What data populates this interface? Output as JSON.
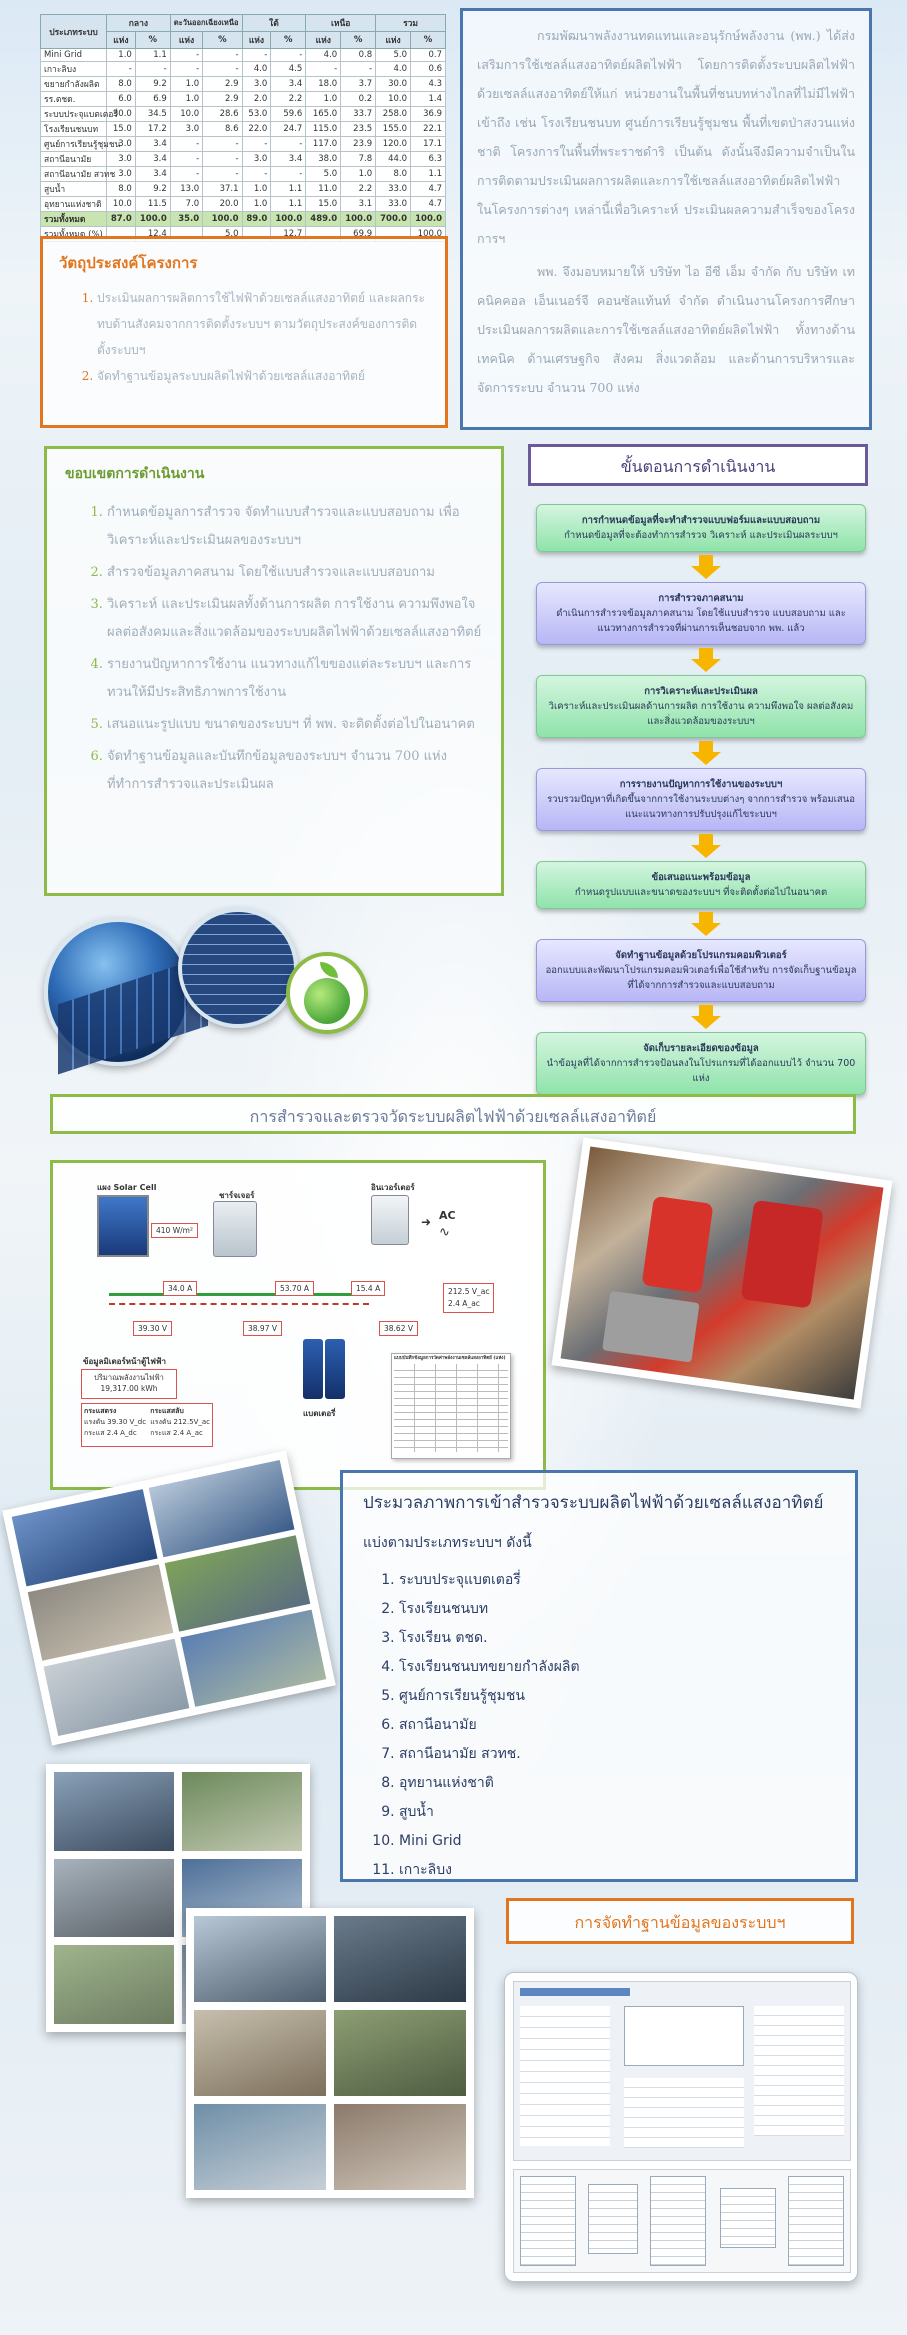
{
  "summary_table": {
    "headers_top": [
      "ประเภทระบบ",
      "กลาง",
      "ตะวันออกเฉียงเหนือ",
      "ใต้",
      "เหนือ",
      "รวม"
    ],
    "headers_sub": [
      "แห่ง",
      "%",
      "แห่ง",
      "%",
      "แห่ง",
      "%",
      "แห่ง",
      "%",
      "แห่ง",
      "%"
    ],
    "rows": [
      {
        "label": "Mini Grid",
        "cells": [
          "1.0",
          "1.1",
          "-",
          "-",
          "-",
          "-",
          "4.0",
          "0.8",
          "5.0",
          "0.7"
        ]
      },
      {
        "label": "เกาะลิบง",
        "cells": [
          "-",
          "-",
          "-",
          "-",
          "4.0",
          "4.5",
          "-",
          "-",
          "4.0",
          "0.6"
        ]
      },
      {
        "label": "ขยายกำลังผลิต",
        "cells": [
          "8.0",
          "9.2",
          "1.0",
          "2.9",
          "3.0",
          "3.4",
          "18.0",
          "3.7",
          "30.0",
          "4.3"
        ]
      },
      {
        "label": "รร.ตชด.",
        "cells": [
          "6.0",
          "6.9",
          "1.0",
          "2.9",
          "2.0",
          "2.2",
          "1.0",
          "0.2",
          "10.0",
          "1.4"
        ]
      },
      {
        "label": "ระบบประจุแบตเตอรี่",
        "cells": [
          "30.0",
          "34.5",
          "10.0",
          "28.6",
          "53.0",
          "59.6",
          "165.0",
          "33.7",
          "258.0",
          "36.9"
        ]
      },
      {
        "label": "โรงเรียนชนบท",
        "cells": [
          "15.0",
          "17.2",
          "3.0",
          "8.6",
          "22.0",
          "24.7",
          "115.0",
          "23.5",
          "155.0",
          "22.1"
        ]
      },
      {
        "label": "ศูนย์การเรียนรู้ชุมชน",
        "cells": [
          "3.0",
          "3.4",
          "-",
          "-",
          "-",
          "-",
          "117.0",
          "23.9",
          "120.0",
          "17.1"
        ]
      },
      {
        "label": "สถานีอนามัย",
        "cells": [
          "3.0",
          "3.4",
          "-",
          "-",
          "3.0",
          "3.4",
          "38.0",
          "7.8",
          "44.0",
          "6.3"
        ]
      },
      {
        "label": "สถานีอนามัย สวทช",
        "cells": [
          "3.0",
          "3.4",
          "-",
          "-",
          "-",
          "-",
          "5.0",
          "1.0",
          "8.0",
          "1.1"
        ]
      },
      {
        "label": "สูบน้ำ",
        "cells": [
          "8.0",
          "9.2",
          "13.0",
          "37.1",
          "1.0",
          "1.1",
          "11.0",
          "2.2",
          "33.0",
          "4.7"
        ]
      },
      {
        "label": "อุทยานแห่งชาติ",
        "cells": [
          "10.0",
          "11.5",
          "7.0",
          "20.0",
          "1.0",
          "1.1",
          "15.0",
          "3.1",
          "33.0",
          "4.7"
        ]
      }
    ],
    "total_row": {
      "label": "รวมทั้งหมด",
      "cells": [
        "87.0",
        "100.0",
        "35.0",
        "100.0",
        "89.0",
        "100.0",
        "489.0",
        "100.0",
        "700.0",
        "100.0"
      ]
    },
    "pct_row": {
      "label": "รวมทั้งหมด (%)",
      "cells": [
        "",
        "12.4",
        "",
        "5.0",
        "",
        "12.7",
        "",
        "69.9",
        "",
        "100.0"
      ]
    }
  },
  "intro": {
    "para1": "กรมพัฒนาพลังงานทดแทนและอนุรักษ์พลังงาน (พพ.) ได้ส่งเสริมการใช้เซลล์แสงอาทิตย์ผลิตไฟฟ้า โดยการติดตั้งระบบผลิตไฟฟ้าด้วยเซลล์แสงอาทิตย์ให้แก่ หน่วยงานในพื้นที่ชนบทห่างไกลที่ไม่มีไฟฟ้าเข้าถึง เช่น โรงเรียนชนบท ศูนย์การเรียนรู้ชุมชน พื้นที่เขตป่าสงวนแห่งชาติ โครงการในพื้นที่พระราชดำริ เป็นต้น ดังนั้นจึงมีความจำเป็นในการติดตามประเมินผลการผลิตและการใช้เซลล์แสงอาทิตย์ผลิตไฟฟ้า ในโครงการต่างๆ เหล่านี้เพื่อวิเคราะห์ ประเมินผลความสำเร็จของโครงการฯ",
    "para2": "พพ. จึงมอบหมายให้ บริษัท ไอ อีซี เอ็ม จำกัด กับ บริษัท เทคนิคคอล เอ็นเนอร์จี คอนซัลแท้นท์ จำกัด ดำเนินงานโครงการศึกษาประเมินผลการผลิตและการใช้เซลล์แสงอาทิตย์ผลิตไฟฟ้า ทั้งทางด้านเทคนิค ด้านเศรษฐกิจ สังคม สิ่งแวดล้อม และด้านการบริหารและจัดการระบบ จำนวน 700 แห่ง"
  },
  "objectives": {
    "title": "วัตถุประสงค์โครงการ",
    "items": [
      "ประเมินผลการผลิตการใช้ไฟฟ้าด้วยเซลล์แสงอาทิตย์ และผลกระทบด้านสังคมจากการติดตั้งระบบฯ ตามวัตถุประสงค์ของการติดตั้งระบบฯ",
      "จัดทำฐานข้อมูลระบบผลิตไฟฟ้าด้วยเซลล์แสงอาทิตย์"
    ]
  },
  "scope": {
    "title": "ขอบเขตการดำเนินงาน",
    "items": [
      "กำหนดข้อมูลการสำรวจ จัดทำแบบสำรวจและแบบสอบถาม เพื่อวิเคราะห์และประเมินผลของระบบฯ",
      "สำรวจข้อมูลภาคสนาม โดยใช้แบบสำรวจและแบบสอบถาม",
      "วิเคราะห์ และประเมินผลทั้งด้านการผลิต การใช้งาน ความพึงพอใจ ผลต่อสังคมและสิ่งแวดล้อมของระบบผลิตไฟฟ้าด้วยเซลล์แสงอาทิตย์",
      "รายงานปัญหาการใช้งาน แนวทางแก้ไขของแต่ละระบบฯ และการทวนให้มีประสิทธิภาพการใช้งาน",
      "เสนอแนะรูปแบบ ขนาดของระบบฯ ที่ พพ. จะติดตั้งต่อไปในอนาคต",
      "จัดทำฐานข้อมูลและบันทึกข้อมูลของระบบฯ จำนวน 700 แห่ง ที่ทำการสำรวจและประเมินผล"
    ]
  },
  "workflow": {
    "title": "ขั้นตอนการดำเนินงาน",
    "steps": [
      {
        "title": "การกำหนดข้อมูลที่จะทำสำรวจแบบฟอร์มและแบบสอบถาม",
        "desc": "กำหนดข้อมูลที่จะต้องทำการสำรวจ วิเคราะห์ และประเมินผลระบบฯ",
        "color": "green"
      },
      {
        "title": "การสำรวจภาคสนาม",
        "desc": "ดำเนินการสำรวจข้อมูลภาคสนาม โดยใช้แบบสำรวจ แบบสอบถาม และแนวทางการสำรวจที่ผ่านการเห็นชอบจาก พพ. แล้ว",
        "color": "purple"
      },
      {
        "title": "การวิเคราะห์และประเมินผล",
        "desc": "วิเคราะห์และประเมินผลด้านการผลิต การใช้งาน ความพึงพอใจ ผลต่อสังคมและสิ่งแวดล้อมของระบบฯ",
        "color": "green"
      },
      {
        "title": "การรายงานปัญหาการใช้งานของระบบฯ",
        "desc": "รวบรวมปัญหาที่เกิดขึ้นจากการใช้งานระบบต่างๆ จากการสำรวจ พร้อมเสนอแนะแนวทางการปรับปรุงแก้ไขระบบฯ",
        "color": "purple"
      },
      {
        "title": "ข้อเสนอแนะพร้อมข้อมูล",
        "desc": "กำหนดรูปแบบและขนาดของระบบฯ ที่จะติดตั้งต่อไปในอนาคต",
        "color": "green"
      },
      {
        "title": "จัดทำฐานข้อมูลด้วยโปรแกรมคอมพิวเตอร์",
        "desc": "ออกแบบและพัฒนาโปรแกรมคอมพิวเตอร์เพื่อใช้สำหรับ การจัดเก็บฐานข้อมูลที่ได้จากการสำรวจและแบบสอบถาม",
        "color": "purple"
      },
      {
        "title": "จัดเก็บรายละเอียดของข้อมูล",
        "desc": "นำข้อมูลที่ได้จากการสำรวจป้อนลงในโปรแกรมที่ได้ออกแบบไว้ จำนวน 700 แห่ง",
        "color": "green"
      }
    ]
  },
  "measure_title": "การสำรวจและตรวจวัดระบบผลิตไฟฟ้าด้วยเซลล์แสงอาทิตย์",
  "diagram": {
    "solar_cell": "แผง Solar Cell",
    "irradiance": "410 W/m²",
    "charger": "ชาร์จเจอร์",
    "inverter": "อินเวอร์เตอร์",
    "ac": "AC",
    "battery": "แบตเตอรี่",
    "i1": "34.0 A",
    "i2": "53.70 A",
    "i3": "15.4 A",
    "ac_out": "212.5 V_ac\n2.4 A_ac",
    "v1": "39.30 V",
    "v2": "38.97 V",
    "v3": "38.62 V",
    "meter_title": "ข้อมูลมิเตอร์หน้าตู้ไฟฟ้า",
    "meter_label": "ปริมาณพลังงานไฟฟ้า",
    "meter_value": "19,317.00 kWh",
    "dc_label": "กระแสตรง",
    "dc_v": "แรงดัน 39.30 V_dc",
    "dc_a": "กระแส 2.4 A_dc",
    "ac_label": "กระแสสลับ",
    "ac_v": "แรงดัน 212.5V_ac",
    "ac_a": "กระแส 2.4 A_ac",
    "sheet_title": "แบบบันทึกข้อมูลการวัดค่าพลังงานเซลล์แสงอาทิตย์ (แห่ง)"
  },
  "survey": {
    "title": "ประมวลภาพการเข้าสำรวจระบบผลิตไฟฟ้าด้วยเซลล์แสงอาทิตย์",
    "subtitle": "แบ่งตามประเภทระบบฯ ดังนี้",
    "items": [
      "ระบบประจุแบตเตอรี่",
      "โรงเรียนชนบท",
      "โรงเรียน ตชด.",
      "โรงเรียนชนบทขยายกำลังผลิต",
      "ศูนย์การเรียนรู้ชุมชน",
      "สถานีอนามัย",
      "สถานีอนามัย สวทช.",
      "อุทยานแห่งชาติ",
      "สูบน้ำ",
      "Mini Grid",
      "เกาะลิบง"
    ]
  },
  "database_title": "การจัดทำฐานข้อมูลของระบบฯ",
  "colors": {
    "blue": "#4a76b0",
    "orange": "#e2761f",
    "green": "#8dbb47",
    "purple": "#6a5a9a",
    "arrow": "#f7b500"
  }
}
